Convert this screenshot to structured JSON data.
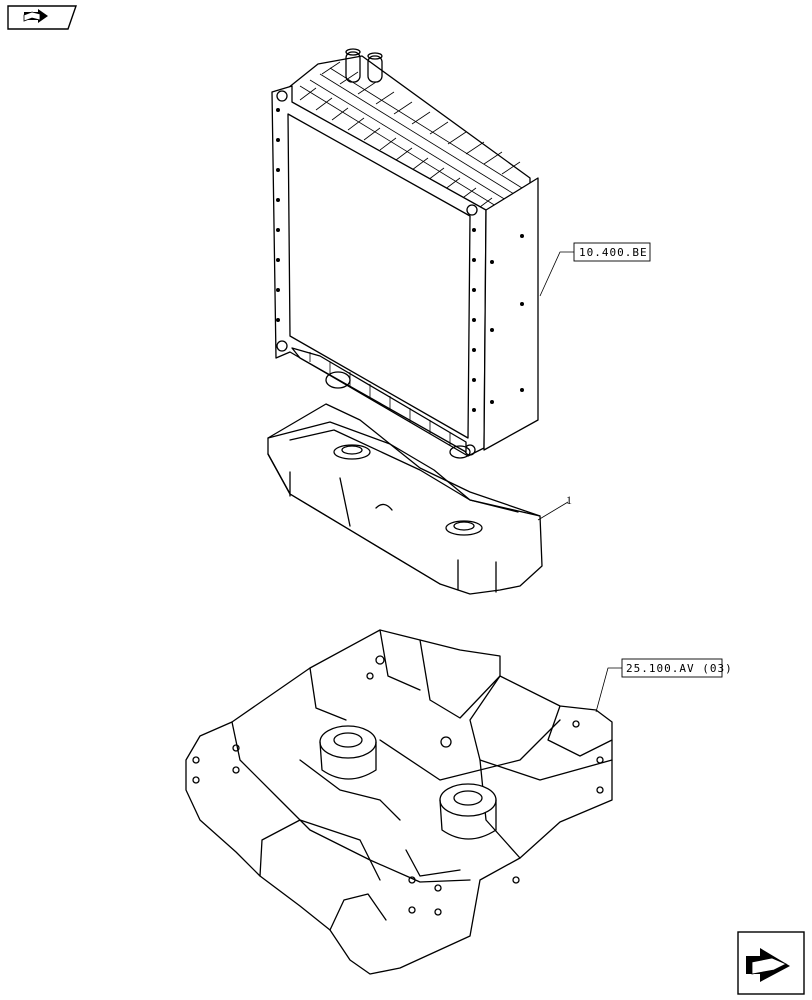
{
  "references": {
    "radiator_ref": "10.400.BE",
    "frame_ref": "25.100.AV (03)"
  },
  "callouts": {
    "support_item": "1"
  },
  "icons": {
    "top_left": "book-arrow-icon",
    "bottom_right": "next-page-arrow-icon"
  }
}
